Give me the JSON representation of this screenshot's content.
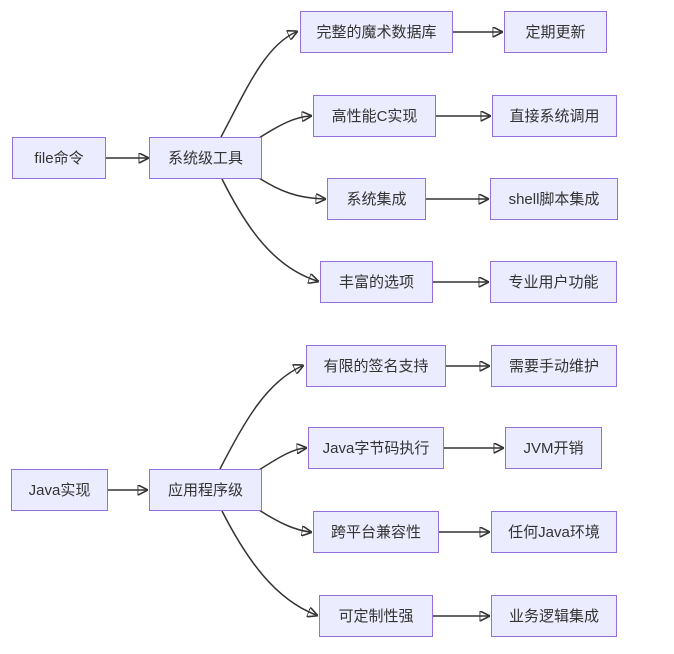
{
  "diagram": {
    "type": "flowchart",
    "colors": {
      "background": "#ffffff",
      "node_fill": "#ECECFF",
      "node_border": "#9370DB",
      "edge": "#333333",
      "text": "#333333"
    },
    "trees": [
      {
        "root": {
          "label": "file命令"
        },
        "hub": {
          "label": "系统级工具"
        },
        "branches": [
          {
            "label": "完整的魔术数据库",
            "leaf": "定期更新"
          },
          {
            "label": "高性能C实现",
            "leaf": "直接系统调用"
          },
          {
            "label": "系统集成",
            "leaf": "shell脚本集成"
          },
          {
            "label": "丰富的选项",
            "leaf": "专业用户功能"
          }
        ]
      },
      {
        "root": {
          "label": "Java实现"
        },
        "hub": {
          "label": "应用程序级"
        },
        "branches": [
          {
            "label": "有限的签名支持",
            "leaf": "需要手动维护"
          },
          {
            "label": "Java字节码执行",
            "leaf": "JVM开销"
          },
          {
            "label": "跨平台兼容性",
            "leaf": "任何Java环境"
          },
          {
            "label": "可定制性强",
            "leaf": "业务逻辑集成"
          }
        ]
      }
    ]
  }
}
